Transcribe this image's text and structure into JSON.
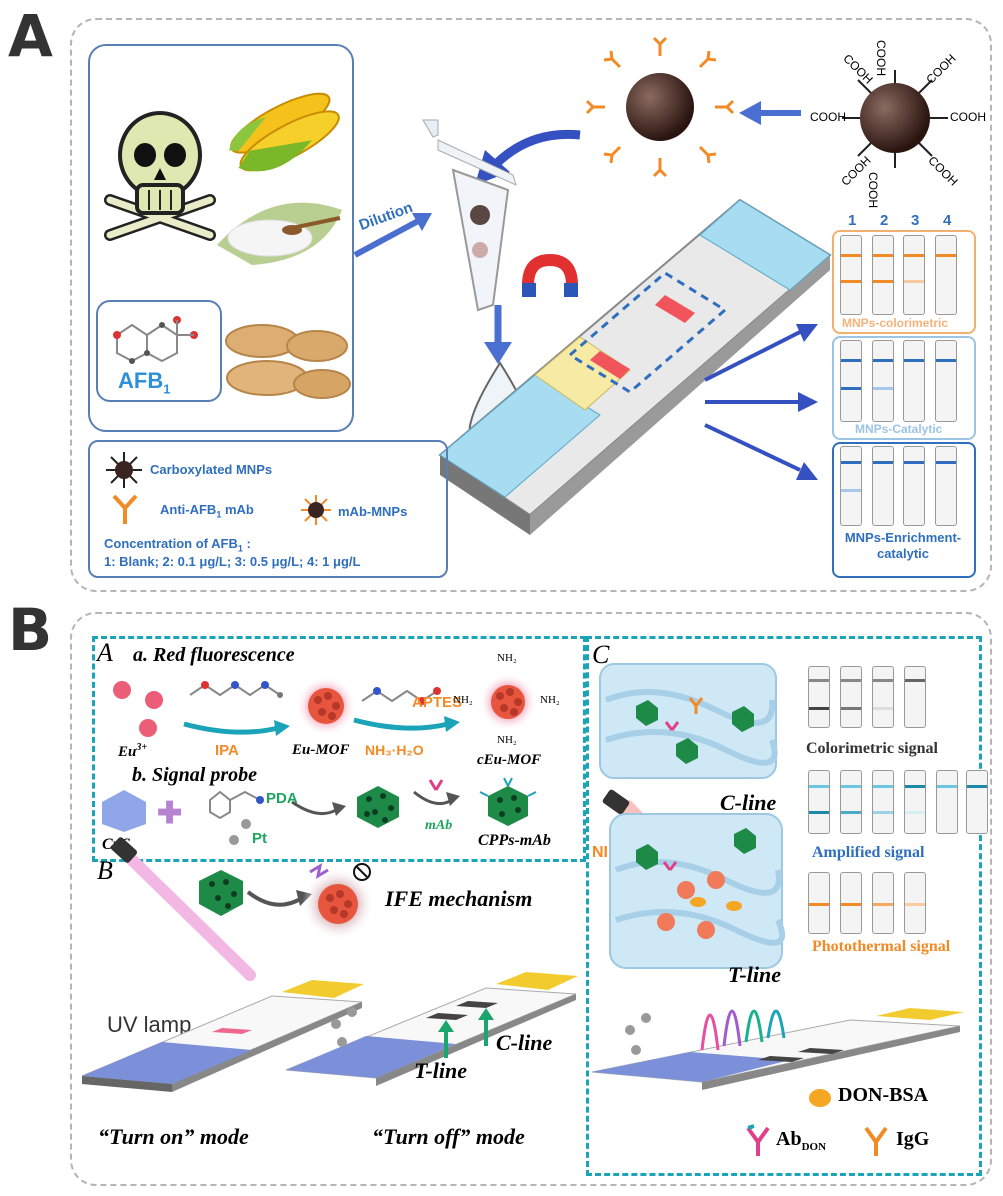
{
  "panel_labels": {
    "a": "A",
    "b": "B"
  },
  "panelA": {
    "dilution": "Dilution",
    "afb1": "AFB",
    "afb1_sub": "1",
    "cooh": "COOH",
    "legend": {
      "carboxylated": "Carboxylated MNPs",
      "antibody": "Anti-AFB",
      "antibody_sub": "1",
      "antibody_tail": " mAb",
      "mab_mnps": "mAb-MNPs",
      "conc_title": "Concentration of AFB",
      "conc_sub": "1",
      "conc_tail": " :",
      "conc_values": "1: Blank; 2: 0.1 μg/L; 3: 0.5 μg/L; 4: 1 μg/L"
    },
    "strip_numbers": [
      "1",
      "2",
      "3",
      "4"
    ],
    "result_boxes": [
      "MNPs-colorimetric",
      "MNPs-Catalytic",
      "MNPs-Enrichment-\ncatalytic"
    ],
    "colors": {
      "orange": "#f28a26",
      "blue": "#2f6fbe",
      "sky": "#8fd0e8"
    }
  },
  "panelB": {
    "sub_a": "A",
    "sub_b": "B",
    "sub_c": "C",
    "red_fluor": "a. Red fluorescence",
    "eu": "Eu",
    "eu_sup": "3+",
    "ipa": "IPA",
    "eu_mof": "Eu-MOF",
    "aptes": "APTES",
    "nh3": "NH₃·H₂O",
    "ceu_mof": "cEu-MOF",
    "nh2": "NH₂",
    "signal_probe": "b. Signal probe",
    "pda": "PDA",
    "pt": "Pt",
    "cus": "CuS",
    "mab": "mAb",
    "cpps": "CPPs-mAb",
    "ife": "IFE mechanism",
    "uv_lamp": "UV lamp",
    "turn_on": "“Turn on” mode",
    "turn_off": "“Turn off” mode",
    "t_line": "T-line",
    "c_line": "C-line",
    "c_line_c": "C-line",
    "t_line_c": "T-line",
    "nir": "NIR laser",
    "colorimetric": "Colorimetric signal",
    "amplified": "Amplified signal",
    "photothermal": "Photothermal signal",
    "don_bsa": "DON-BSA",
    "ab": "Ab",
    "ab_sub": "DON",
    "igg": "IgG"
  }
}
